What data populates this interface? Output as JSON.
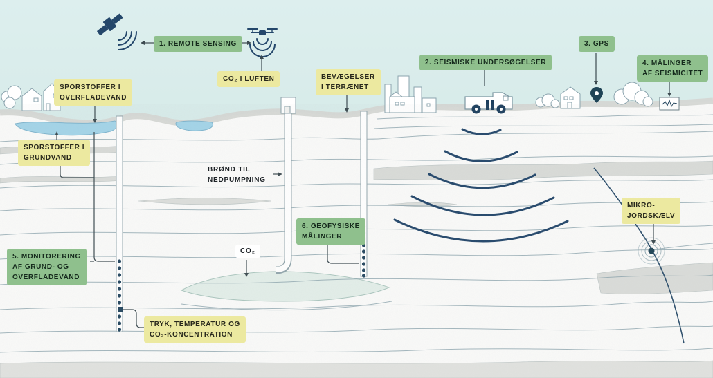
{
  "labels": {
    "remote_sensing": {
      "text": "1. REMOTE SENSING",
      "style": "green"
    },
    "co2_air": {
      "text": "CO₂ I LUFTEN",
      "style": "yellow"
    },
    "tracers_surface_water": {
      "text": "SPORSTOFFER I\nOVERFLADEVAND",
      "style": "yellow"
    },
    "tracers_groundwater": {
      "text": "SPORSTOFFER I\nGRUNDVAND",
      "style": "yellow"
    },
    "terrain_movement": {
      "text": "BEVÆGELSER\nI TERRÆNET",
      "style": "yellow"
    },
    "seismic_surveys": {
      "text": "2. SEISMISKE UNDERSØGELSER",
      "style": "green"
    },
    "gps": {
      "text": "3. GPS",
      "style": "green"
    },
    "seismicity": {
      "text": "4. MÅLINGER\nAF SEISMICITET",
      "style": "green"
    },
    "injection_well": {
      "text": "BRØND TIL\nNEDPUMPNING",
      "style": "plain"
    },
    "geophysical": {
      "text": "6. GEOFYSISKE\nMÅLINGER",
      "style": "green"
    },
    "co2_plume": {
      "text": "CO₂",
      "style": "white"
    },
    "water_monitoring": {
      "text": "5. MONITORERING\nAF GRUND- OG\nOVERFLADEVAND",
      "style": "green"
    },
    "pressure_temp": {
      "text": "TRYK, TEMPERATUR OG\nCO₂-KONCENTRATION",
      "style": "yellow"
    },
    "micro_quake": {
      "text": "MIKRO-\nJORDSKÆLV",
      "style": "yellow"
    }
  },
  "colors": {
    "sky": "#d7eae8",
    "label_green": "#8fc08d",
    "label_yellow": "#ece9a0",
    "navy": "#24476b",
    "lake_blue": "#a3d4e8",
    "co2_plume_fill": "#e2eee9",
    "strata_line": "#87a0aa",
    "ground": "#fafaf9",
    "text_dark": "#1e241f"
  },
  "icons": [
    "satellite-icon",
    "drone-icon",
    "signal-waves-icon",
    "city-buildings-icon",
    "vibroseis-truck-icon",
    "map-pin-icon",
    "seismograph-icon",
    "house-icon",
    "tree-icon",
    "lake",
    "injection-well",
    "monitoring-well",
    "sensor-dots",
    "seismic-wave-arcs",
    "fault-line",
    "earthquake-epicenter-icon",
    "co2-plume"
  ]
}
